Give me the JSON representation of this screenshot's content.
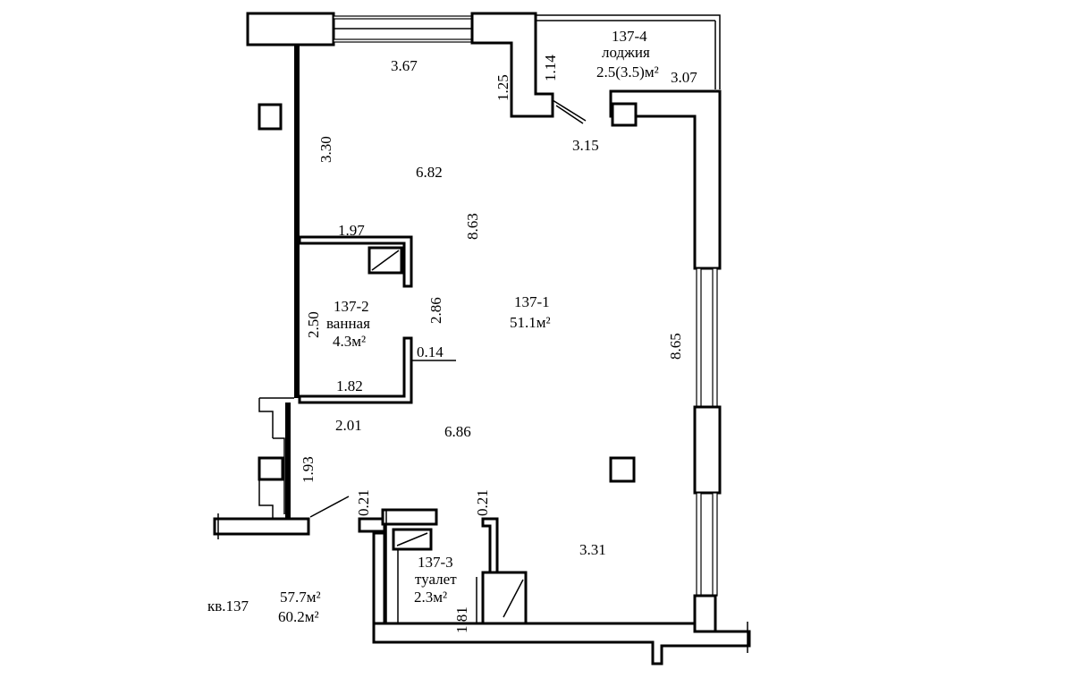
{
  "plan": {
    "apartment": "кв.137",
    "area_total": "57.7м²",
    "area_with_loggia": "60.2м²",
    "rooms": [
      {
        "id": "137-1",
        "name": "",
        "area": "51.1м²"
      },
      {
        "id": "137-2",
        "name": "ванная",
        "area": "4.3м²"
      },
      {
        "id": "137-3",
        "name": "туалет",
        "area": "2.3м²"
      },
      {
        "id": "137-4",
        "name": "лоджия",
        "area": "2.5(3.5)м²"
      }
    ],
    "dimensions": {
      "d367": "3.67",
      "d125": "1.25",
      "d114": "1.14",
      "d307": "3.07",
      "d315": "3.15",
      "d330": "3.30",
      "d682": "6.82",
      "d863": "8.63",
      "d197": "1.97",
      "d286": "2.86",
      "d250": "2.50",
      "d014": "0.14",
      "d182": "1.82",
      "d201": "2.01",
      "d686": "6.86",
      "d865": "8.65",
      "d193": "1.93",
      "d021a": "0.21",
      "d021b": "0.21",
      "d331": "3.31",
      "d181": "1.81"
    }
  }
}
